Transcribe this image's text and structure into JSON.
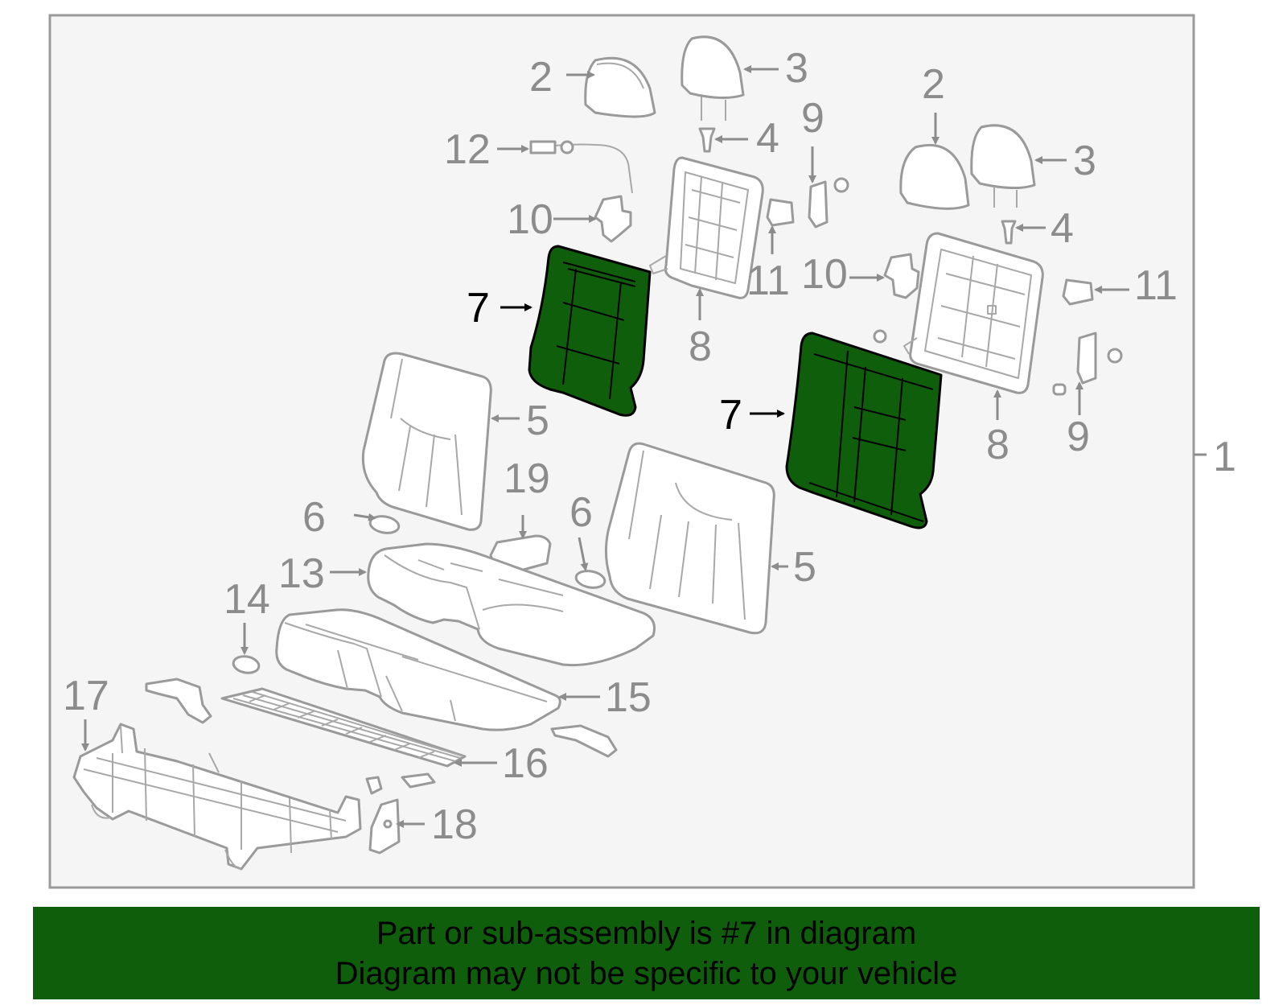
{
  "callouts": {
    "c1": "1",
    "c2a": "2",
    "c2b": "2",
    "c3a": "3",
    "c3b": "3",
    "c4a": "4",
    "c4b": "4",
    "c5a": "5",
    "c5b": "5",
    "c6a": "6",
    "c6b": "6",
    "c7a": "7",
    "c7b": "7",
    "c8a": "8",
    "c8b": "8",
    "c9a": "9",
    "c9b": "9",
    "c10a": "10",
    "c10b": "10",
    "c11a": "11",
    "c11b": "11",
    "c12": "12",
    "c13": "13",
    "c14": "14",
    "c15": "15",
    "c16": "16",
    "c17": "17",
    "c18": "18",
    "c19": "19"
  },
  "highlighted_part": "7",
  "colors": {
    "highlight": "#0f5e0c",
    "line": "#9a9a9a",
    "callout": "#8c8c8c",
    "frame_bg": "#f5f5f5"
  },
  "banner": {
    "line1": "Part or sub-assembly is #7 in diagram",
    "line2": "Diagram may not be specific to your vehicle"
  }
}
